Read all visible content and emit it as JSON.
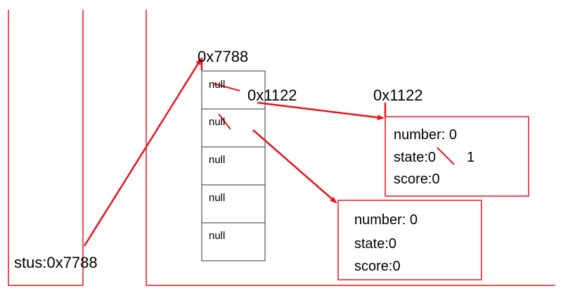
{
  "stack": {
    "label": "stus:0x7788"
  },
  "array": {
    "address": "0x7788",
    "cells": [
      "null",
      "null",
      "null",
      "null",
      "null"
    ],
    "reassigned_address": "0x1122"
  },
  "object_top": {
    "address": "0x1122",
    "number": "number: 0",
    "state_prefix": "state:",
    "state_old": "0",
    "state_new": "1",
    "score": "score:0"
  },
  "object_bottom": {
    "number": "number: 0",
    "state": "state:0",
    "score": "score:0"
  },
  "colors": {
    "accent": "#e8131b",
    "outline": "#e8131b",
    "cell_border": "#333333"
  }
}
